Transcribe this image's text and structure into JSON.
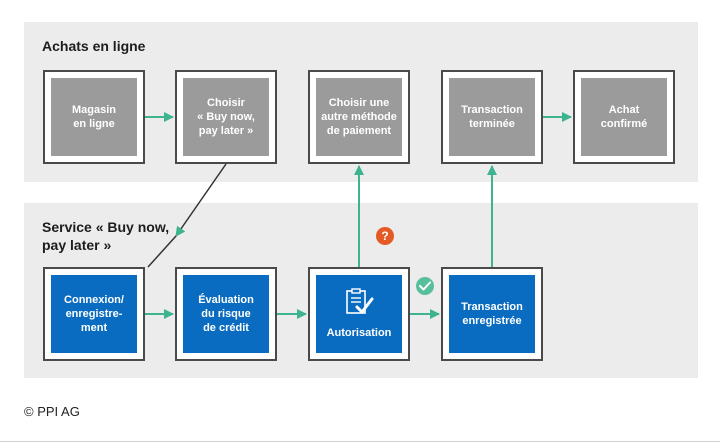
{
  "panels": {
    "top_title": "Achats en ligne",
    "bottom_title": "Service « Buy now,\npay later »"
  },
  "top_boxes": [
    {
      "label": "Magasin\nen ligne"
    },
    {
      "label": "Choisir\n« Buy now,\npay later »"
    },
    {
      "label": "Choisir une\nautre méthode\nde paiement"
    },
    {
      "label": "Transaction\nterminée"
    },
    {
      "label": "Achat\nconfirmé"
    }
  ],
  "bottom_boxes": [
    {
      "label": "Connexion/\nenregistre-\nment"
    },
    {
      "label": "Évaluation\ndu risque\nde crédit"
    },
    {
      "label": "Autorisation",
      "icon": "clipboard-check-icon"
    },
    {
      "label": "Transaction\nenregistrée"
    }
  ],
  "badges": {
    "question": "?",
    "question_color": "#e35a24",
    "check_color": "#58bf9c"
  },
  "colors": {
    "panel": "#ececec",
    "grey_box": "#9b9b9b",
    "blue_box": "#0a6cc0",
    "arrow": "#3db48f",
    "border": "#4a4a4a"
  },
  "footer": {
    "copyright": "© PPI AG"
  }
}
